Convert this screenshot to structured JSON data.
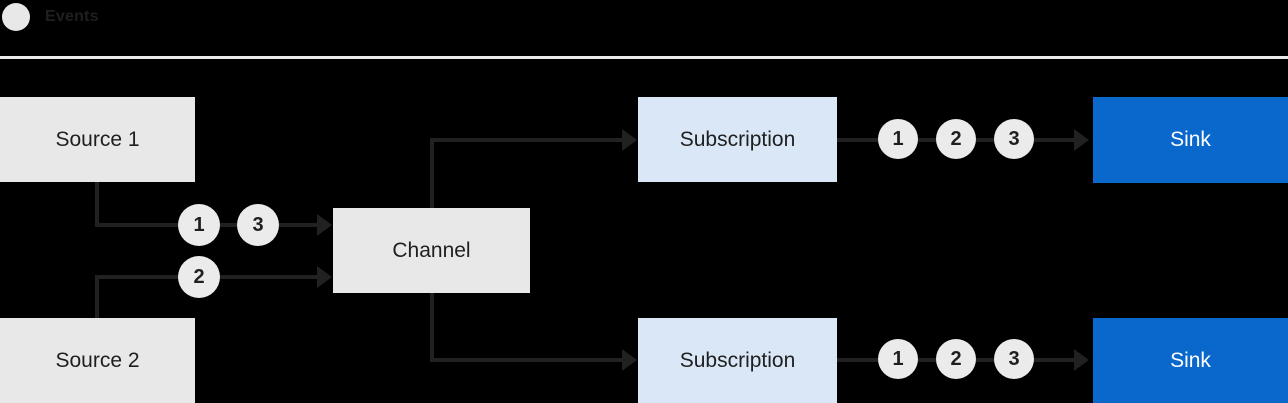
{
  "legend": {
    "label": "Events"
  },
  "colors": {
    "background": "#000000",
    "divider": "#ebebeb",
    "node_gray": "#e8e8e8",
    "node_light_blue": "#d9e7f7",
    "node_blue": "#0a67cb",
    "connector": "#212121",
    "event_circle_fill": "#ebebeb",
    "text_dark": "#1f1f1f",
    "text_on_blue": "#ffffff"
  },
  "nodes": {
    "source1": "Source 1",
    "source2": "Source 2",
    "channel": "Channel",
    "subscription1": "Subscription",
    "subscription2": "Subscription",
    "sink1": "Sink",
    "sink2": "Sink"
  },
  "event_flows": {
    "source1_to_channel": [
      "1",
      "3"
    ],
    "source2_to_channel": [
      "2"
    ],
    "subscription1_to_sink": [
      "1",
      "2",
      "3"
    ],
    "subscription2_to_sink": [
      "1",
      "2",
      "3"
    ]
  }
}
